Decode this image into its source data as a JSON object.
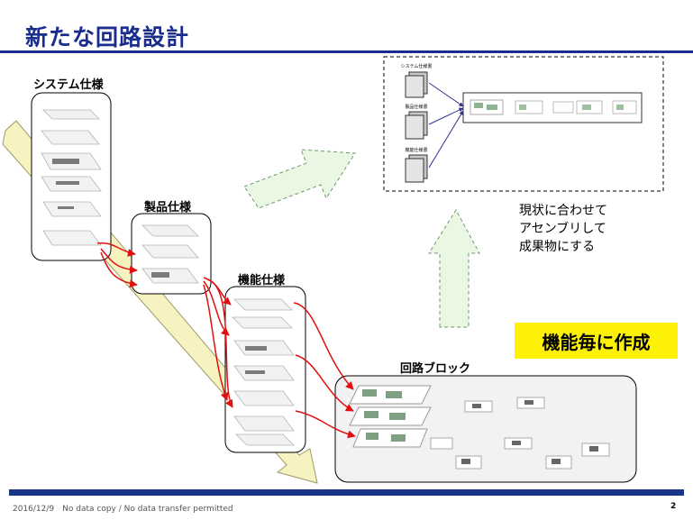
{
  "slide": {
    "title": "新たな回路設計",
    "page_number": "2"
  },
  "labels": {
    "system_spec": "システム仕様",
    "product_spec": "製品仕様",
    "function_spec": "機能仕様",
    "circuit_block": "回路ブロック"
  },
  "assembly_box": {
    "doc_labels": [
      "システム仕様書",
      "製品仕様書",
      "機能仕様書"
    ]
  },
  "note": {
    "lines": [
      "現状に合わせて",
      "アセンブリして",
      "成果物にする"
    ]
  },
  "highlight": {
    "text": "機能毎に作成",
    "color": "#fdf105"
  },
  "footer": {
    "text": "2016/12/9　No data copy / No data transfer permitted"
  },
  "colors": {
    "title": "#1b2c8f",
    "footer_bar": "#1a3587",
    "flow_arrow": "#f6f3c0",
    "green_arrow": "#e9f7e3",
    "red_arrow": "#e01010"
  }
}
